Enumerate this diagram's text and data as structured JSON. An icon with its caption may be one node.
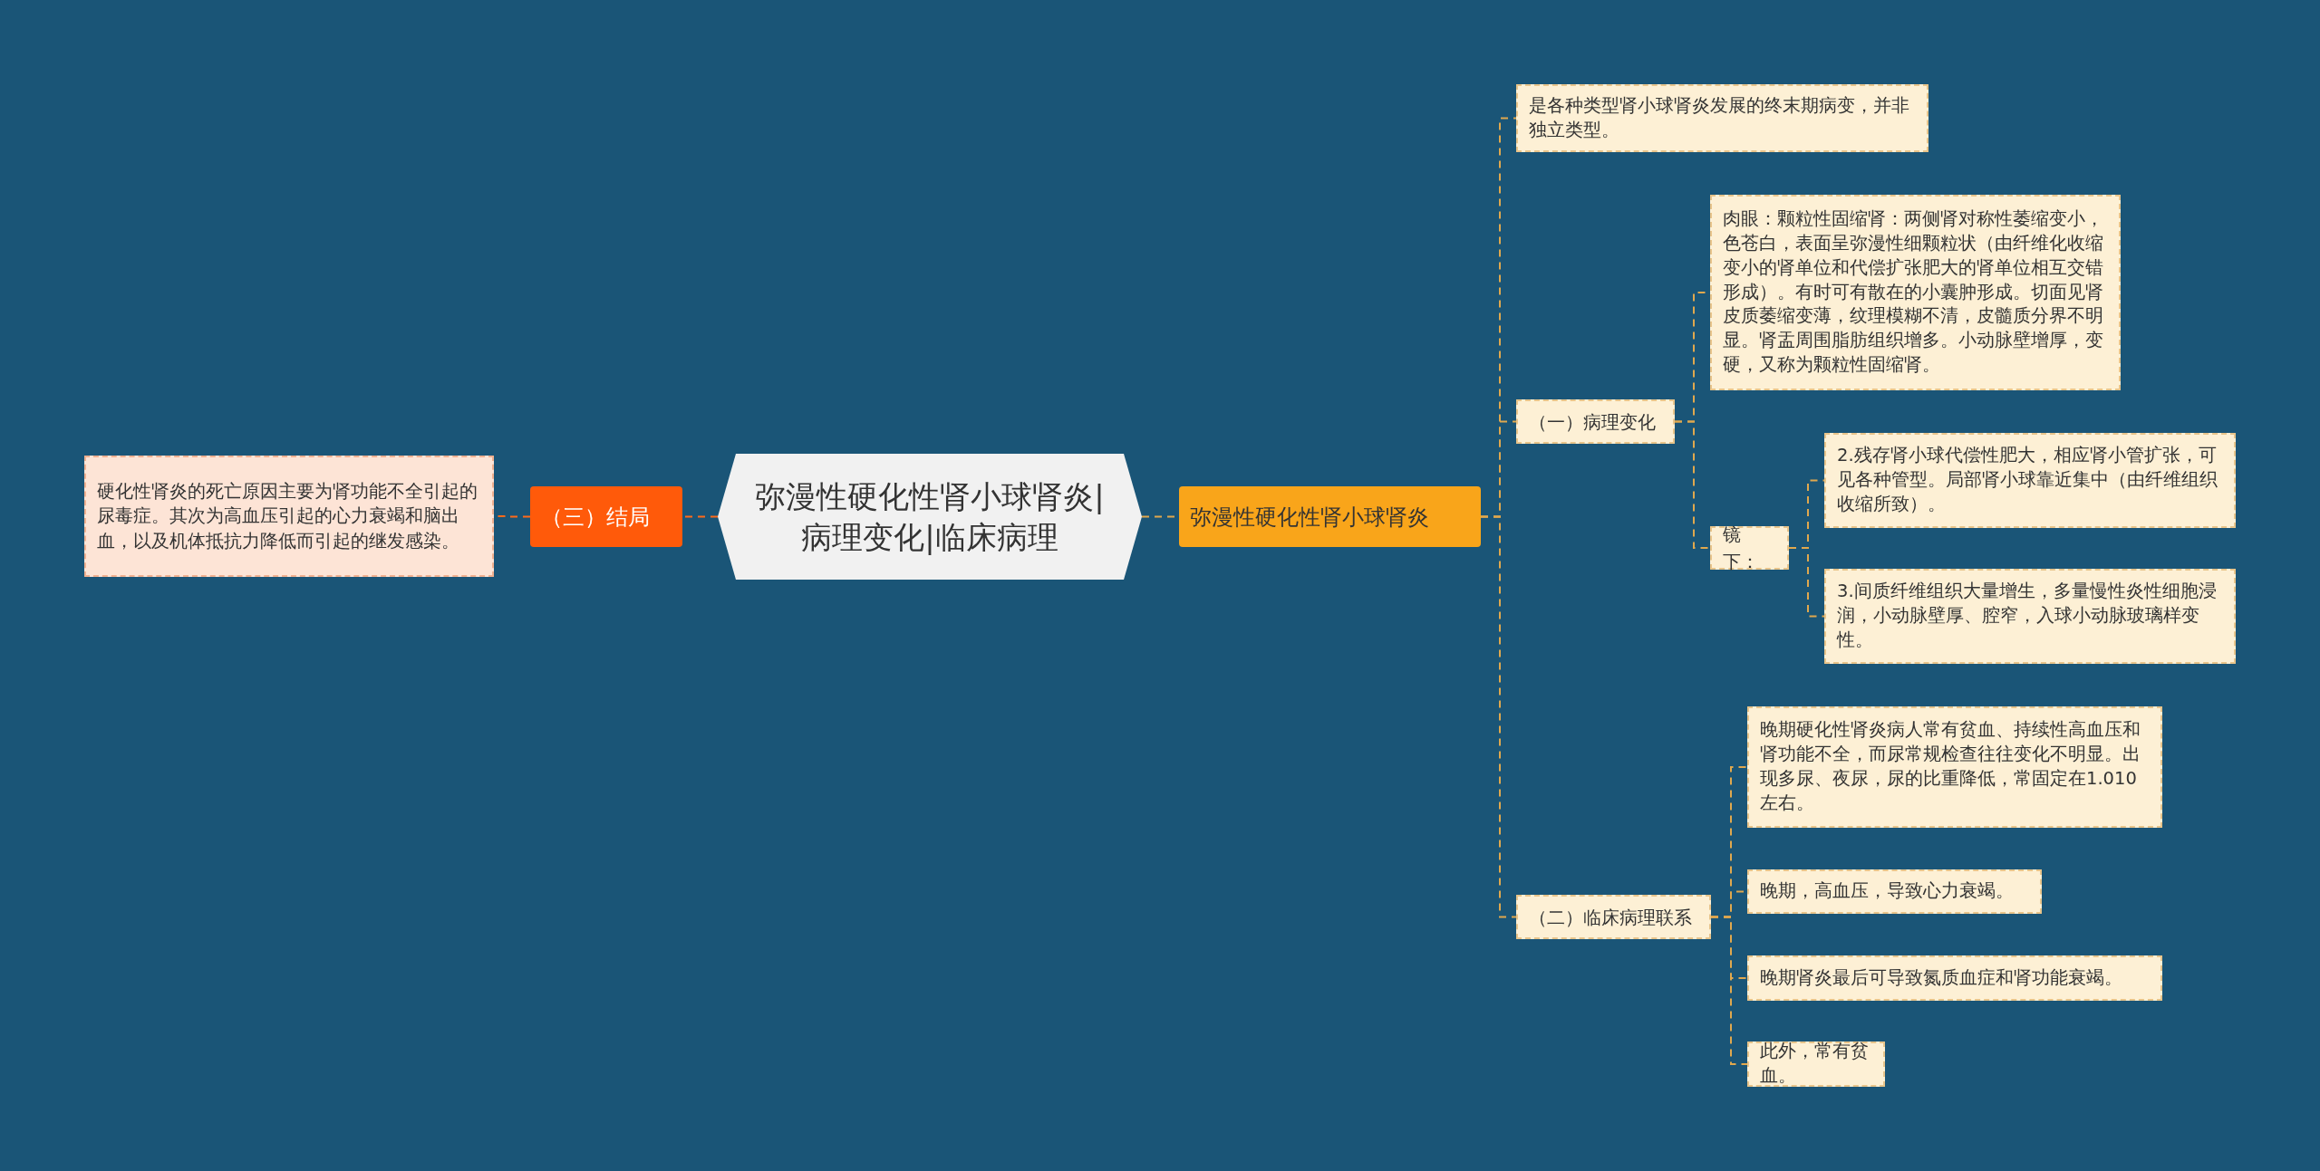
{
  "diagram": {
    "nodes": [
      {
        "text": [
          "弥漫性硬化性肾小球肾炎|病理变化|临床病理"
        ]
      },
      {
        "text": [
          "弥漫性硬化性肾小球肾炎"
        ]
      },
      {
        "text": [
          "（三）结局"
        ]
      },
      {
        "text": [
          "硬化性肾炎的死亡原因主要为肾功能不全引起的尿毒症。其次为高血压引起的心力衰竭和脑出血，以及机体抵抗力降低而引起的继发感染。"
        ]
      },
      {
        "text": [
          "是各种类型肾小球肾炎发展的终末期病变，并非独立类型。"
        ]
      },
      {
        "text": [
          "（一）病理变化"
        ]
      },
      {
        "text": [
          "肉眼：颗粒性固缩肾：两侧肾对称性萎缩变小，色苍白，表面呈弥漫性细颗粒状（由纤维化收缩变小的肾单位和代偿扩张肥大的肾单位相互交错形成）。有时可有散在的小囊肿形成。切面见肾皮质萎缩变薄，纹理模糊不清，皮髓质分界不明显。肾盂周围脂肪组织增多。小动脉壁增厚，变硬，又称为颗粒性固缩肾。"
        ]
      },
      {
        "text": [
          "镜下："
        ]
      },
      {
        "text": [
          "2.残存肾小球代偿性肥大，相应肾小管扩张，可见各种管型。局部肾小球靠近集中（由纤维组织收缩所致）。"
        ]
      },
      {
        "text": [
          "3.间质纤维组织大量增生，多量慢性炎性细胞浸润，小动脉壁厚、腔窄，入球小动脉玻璃样变性。"
        ]
      },
      {
        "text": [
          "（二）临床病理联系"
        ]
      },
      {
        "text": [
          "晚期硬化性肾炎病人常有贫血、持续性高血压和肾功能不全，而尿常规检查往往变化不明显。出现多尿、夜尿，尿的比重降低，常固定在1.010左右。"
        ]
      },
      {
        "text": [
          "晚期，高血压，导致心力衰竭。"
        ]
      },
      {
        "text": [
          "晚期肾炎最后可导致氮质血症和肾功能衰竭。"
        ]
      },
      {
        "text": [
          "此外，常有贫血。"
        ]
      }
    ],
    "edges": [
      {
        "from": 0,
        "to": 1,
        "arrow": "none",
        "style": "dashed"
      },
      {
        "from": 0,
        "to": 2,
        "arrow": "none",
        "style": "dashed",
        "color": "#ff6a1a"
      },
      {
        "from": 2,
        "to": 3,
        "arrow": "none",
        "style": "dashed",
        "color": "#ff6a1a"
      },
      {
        "from": 1,
        "to": 4,
        "arrow": "none",
        "style": "dashed"
      },
      {
        "from": 1,
        "to": 5,
        "arrow": "none",
        "style": "dashed"
      },
      {
        "from": 1,
        "to": 10,
        "arrow": "none",
        "style": "dashed"
      },
      {
        "from": 5,
        "to": 6,
        "arrow": "none",
        "style": "dashed"
      },
      {
        "from": 5,
        "to": 7,
        "arrow": "none",
        "style": "dashed"
      },
      {
        "from": 7,
        "to": 8,
        "arrow": "none",
        "style": "dashed"
      },
      {
        "from": 7,
        "to": 9,
        "arrow": "none",
        "style": "dashed"
      },
      {
        "from": 10,
        "to": 11,
        "arrow": "none",
        "style": "dashed"
      },
      {
        "from": 10,
        "to": 12,
        "arrow": "none",
        "style": "dashed"
      },
      {
        "from": 10,
        "to": 13,
        "arrow": "none",
        "style": "dashed"
      },
      {
        "from": 10,
        "to": 14,
        "arrow": "none",
        "style": "dashed"
      }
    ]
  }
}
